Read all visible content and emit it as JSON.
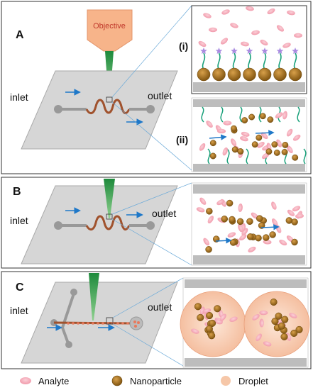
{
  "objective_label": "Objective",
  "panels": [
    {
      "letter": "A",
      "inlet": "inlet",
      "outlet": "outlet",
      "sub_labels": [
        "(i)",
        "(ii)"
      ]
    },
    {
      "letter": "B",
      "inlet": "inlet",
      "outlet": "outlet"
    },
    {
      "letter": "C",
      "inlet": "inlet",
      "outlet": "outlet"
    }
  ],
  "legend": [
    {
      "label": "Analyte",
      "icon": "analyte-icon"
    },
    {
      "label": "Nanoparticle",
      "icon": "nanoparticle-icon"
    },
    {
      "label": "Droplet",
      "icon": "droplet-icon"
    }
  ],
  "colors": {
    "analyte": "#f4a6b4",
    "nanoparticle": "#a8741a",
    "droplet": "#f6c7a8",
    "beam": "#4caf50",
    "objective": "#f7b48a",
    "channel": "#a0522d",
    "arrow": "#1f78c8",
    "chip": "#d0d0d0",
    "linker": "#18a07a",
    "star": "#a98be0"
  }
}
